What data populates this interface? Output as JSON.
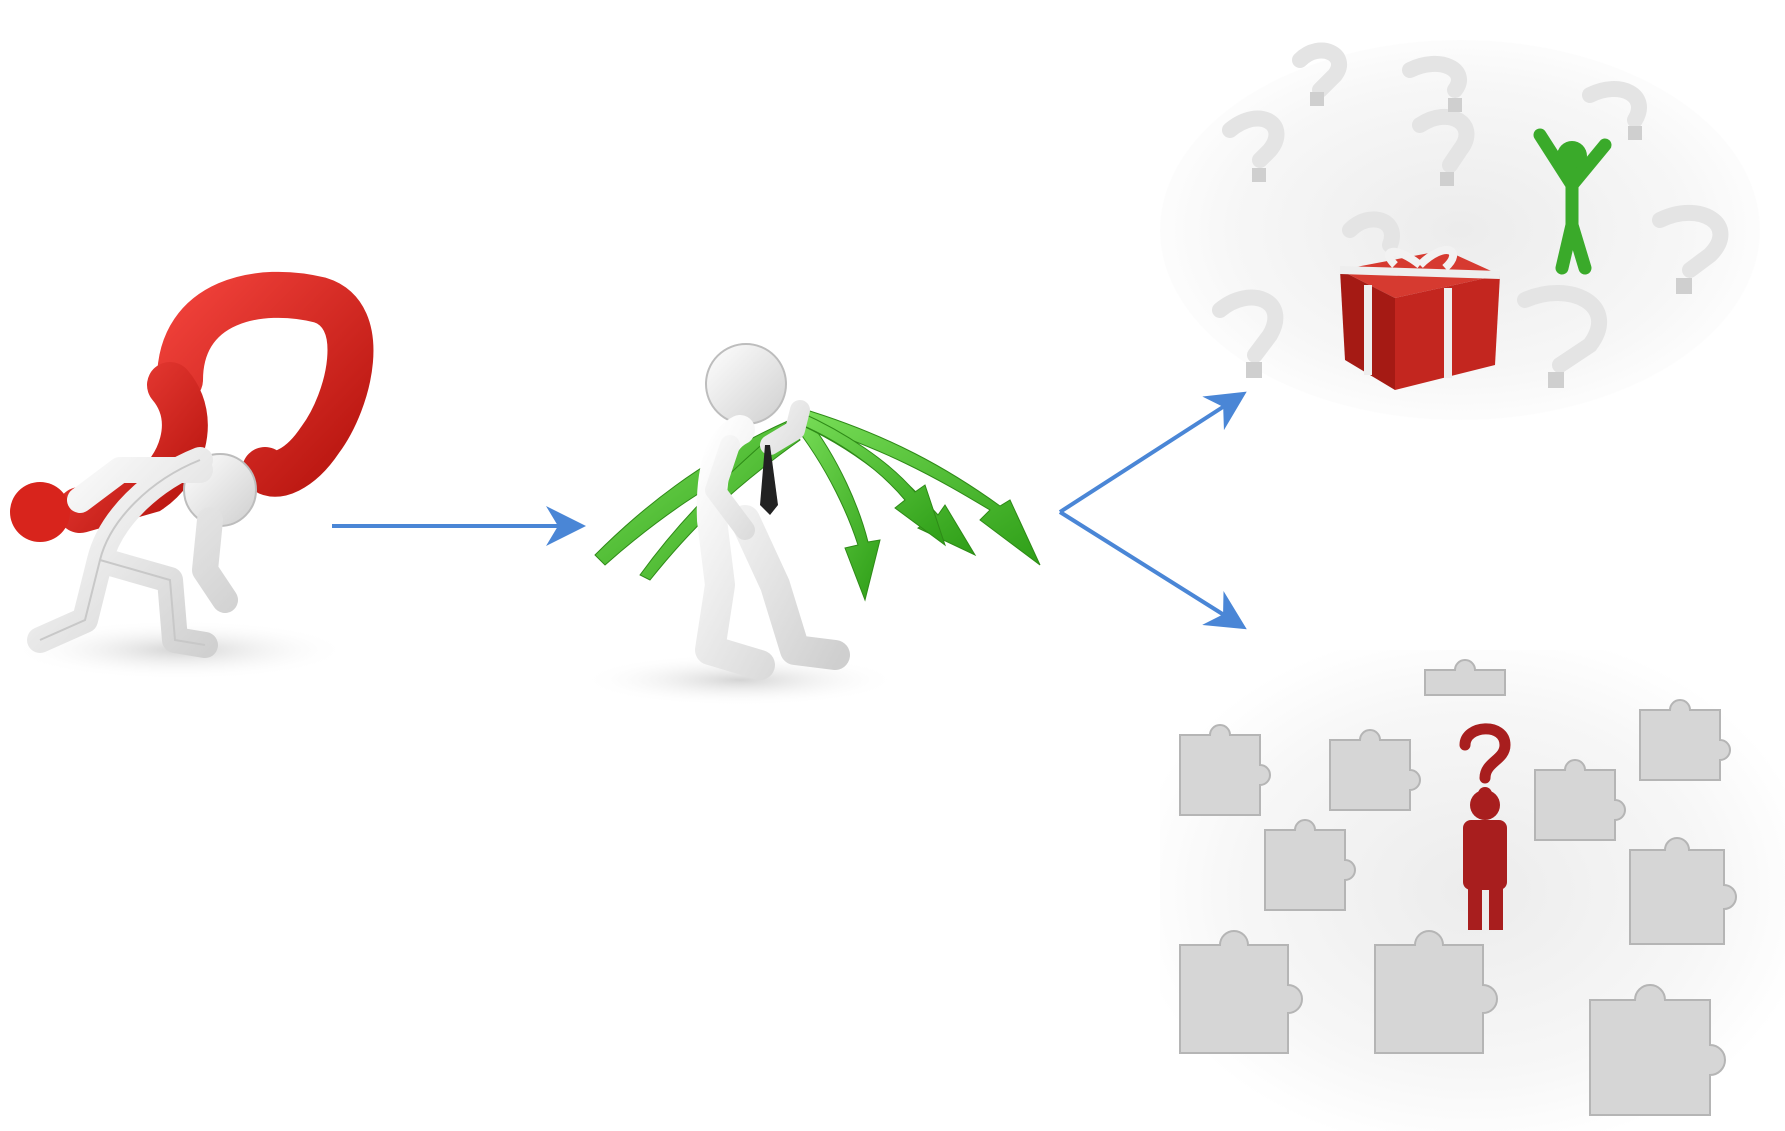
{
  "diagram": {
    "type": "flow",
    "colors": {
      "background": "#ffffff",
      "arrow": "#4a86d6",
      "question_red": "#d8241c",
      "gift_red": "#b8201a",
      "green_arrows": "#3cba1e",
      "success_green": "#3aaa2a",
      "confused_red": "#a81e1e",
      "figure_white": "#f2f2f2",
      "figure_shadow": "#cfcfcf",
      "puzzle_gray": "#d6d6d6"
    },
    "nodes": [
      {
        "id": "burden",
        "icon": "person-carrying-question-mark-icon"
      },
      {
        "id": "choices",
        "icon": "person-with-branching-green-arrows-icon"
      },
      {
        "id": "success",
        "icon": "gift-and-question-marks-with-cheering-person-icon"
      },
      {
        "id": "confusion",
        "icon": "puzzle-pieces-with-confused-person-icon"
      }
    ],
    "edges": [
      {
        "from": "burden",
        "to": "choices"
      },
      {
        "from": "choices",
        "to": "success"
      },
      {
        "from": "choices",
        "to": "confusion"
      }
    ]
  }
}
